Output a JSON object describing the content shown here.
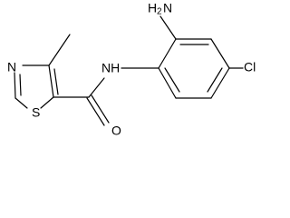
{
  "molecule": {
    "atom_labels": {
      "amino_h": "H",
      "amino_h_count": "2",
      "amino_n": "N",
      "chloro": "Cl",
      "amide_nh": "NH",
      "carbonyl_o": "O",
      "thiazole_n": "N",
      "thiazole_s": "S"
    }
  }
}
